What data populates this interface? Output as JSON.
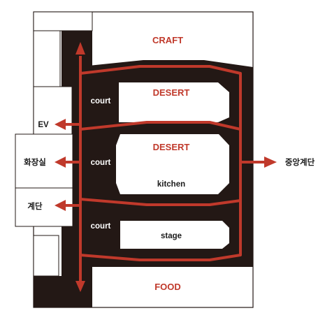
{
  "zones": {
    "top": "CRAFT",
    "bottom": "FOOD",
    "upper_room": "DESERT",
    "middle_room_top": "DESERT",
    "middle_room_bottom": "kitchen",
    "lower_room": "stage"
  },
  "courts": [
    "court",
    "court",
    "court"
  ],
  "exits": {
    "ev": "EV",
    "restroom": "화장실",
    "stairs": "계단",
    "central_stairs": "중앙계단"
  },
  "colors": {
    "path": "#c0392b",
    "wall": "#231815",
    "room": "#ffffff"
  }
}
